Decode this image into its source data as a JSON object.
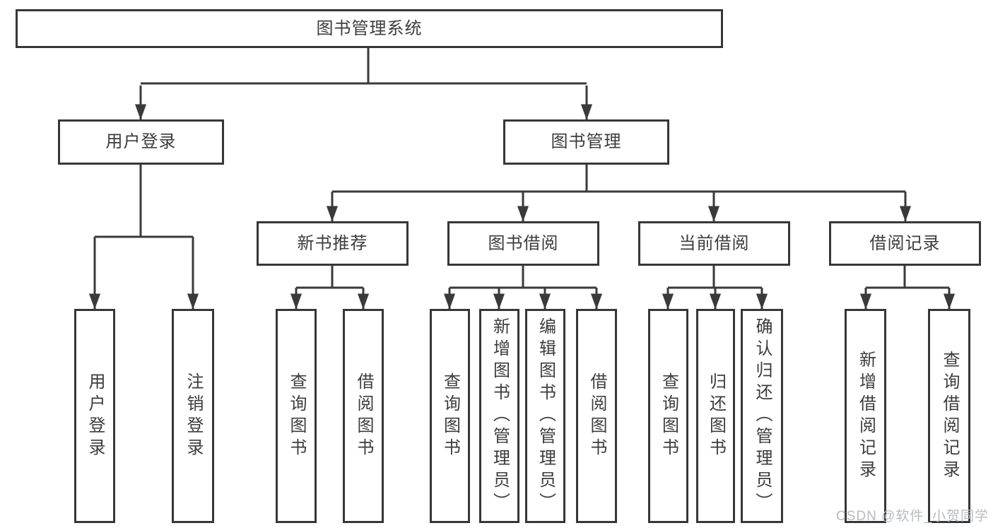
{
  "diagram_title": "图书管理系统",
  "colors": {
    "line": "#3a3a3a",
    "box_border": "#373737",
    "box_fill": "#ffffff",
    "text": "#3c3c3c",
    "watermark": "#b7bbc1",
    "background": "#ffffff"
  },
  "root": {
    "label": "图书管理系统"
  },
  "level2": [
    {
      "label": "用户登录"
    },
    {
      "label": "图书管理"
    }
  ],
  "level3": [
    {
      "label": "新书推荐"
    },
    {
      "label": "图书借阅"
    },
    {
      "label": "当前借阅"
    },
    {
      "label": "借阅记录"
    }
  ],
  "leaves": {
    "user_login": [
      {
        "label": "用户登录"
      },
      {
        "label": "注销登录"
      }
    ],
    "new_book": [
      {
        "label": "查询图书"
      },
      {
        "label": "借阅图书"
      }
    ],
    "book_borrow": [
      {
        "label": "查询图书"
      },
      {
        "label": "新增图书（管理员）"
      },
      {
        "label": "编辑图书（管理员）"
      },
      {
        "label": "借阅图书"
      }
    ],
    "current_borrow": [
      {
        "label": "查询图书"
      },
      {
        "label": "归还图书"
      },
      {
        "label": "确认归还（管理员）"
      }
    ],
    "borrow_records": [
      {
        "label": "新增借阅记录"
      },
      {
        "label": "查询借阅记录"
      }
    ]
  },
  "watermark": "CSDN @软件_小贺同学"
}
